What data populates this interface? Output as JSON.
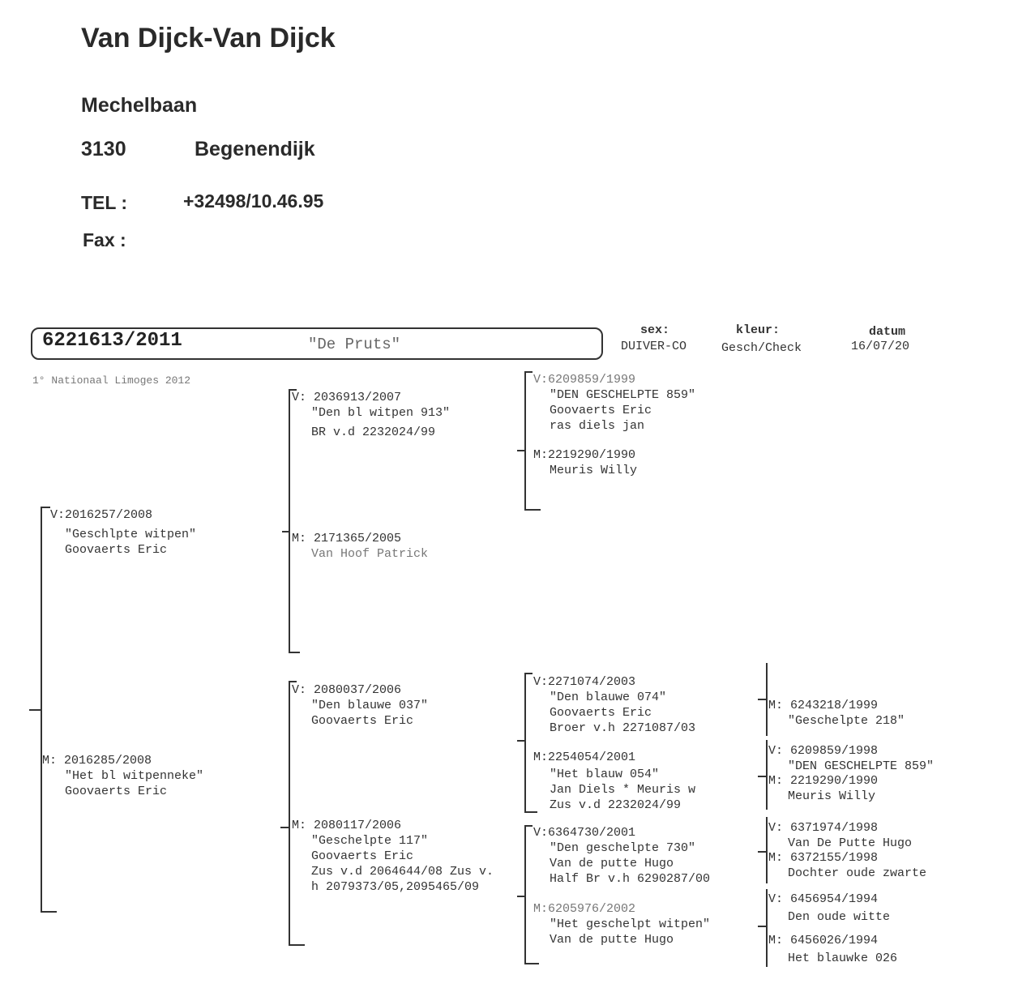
{
  "owner": {
    "name": "Van Dijck-Van Dijck",
    "street": "Mechelbaan",
    "postcode": "3130",
    "city": "Begenendijk",
    "tel_label": "TEL :",
    "tel_value": "+32498/10.46.95",
    "fax_label": "Fax :"
  },
  "pigeon": {
    "ring": "6221613/2011",
    "name": "\"De Pruts\"",
    "sex_label": "sex:",
    "sex_value": "DUIVER-CO",
    "color_label": "kleur:",
    "color_value": "Gesch/Check",
    "date_label": "datum",
    "date_value": "16/07/20",
    "achievement": "1° Nationaal Limoges 2012"
  },
  "gen1": {
    "sire": {
      "ring": "V:2016257/2008",
      "lines": [
        "\"Geschlpte witpen\"",
        "Goovaerts Eric"
      ]
    },
    "dam": {
      "ring": "M: 2016285/2008",
      "lines": [
        "\"Het bl witpenneke\"",
        "Goovaerts Eric"
      ]
    }
  },
  "gen2": {
    "sire_sire": {
      "ring": "V: 2036913/2007",
      "lines": [
        "\"Den bl witpen 913\"",
        "BR v.d 2232024/99"
      ]
    },
    "sire_dam": {
      "ring": "M: 2171365/2005",
      "lines": [
        "Van Hoof Patrick"
      ]
    },
    "dam_sire": {
      "ring": "V: 2080037/2006",
      "lines": [
        "\"Den blauwe 037\"",
        "Goovaerts Eric"
      ]
    },
    "dam_dam": {
      "ring": "M: 2080117/2006",
      "lines": [
        "\"Geschelpte 117\"",
        "Goovaerts Eric",
        "Zus v.d 2064644/08 Zus v.",
        "h 2079373/05,2095465/09"
      ]
    }
  },
  "gen3": {
    "a": {
      "ring": "V:6209859/1999",
      "lines": [
        "\"DEN GESCHELPTE 859\"",
        "Goovaerts Eric",
        "ras diels jan"
      ]
    },
    "b": {
      "ring": "M:2219290/1990",
      "lines": [
        "Meuris Willy"
      ]
    },
    "c": {
      "ring": "V:2271074/2003",
      "lines": [
        "\"Den blauwe 074\"",
        "Goovaerts Eric",
        "Broer v.h 2271087/03"
      ]
    },
    "d": {
      "ring": "M:2254054/2001",
      "lines": [
        "\"Het blauw 054\"",
        "Jan Diels * Meuris w",
        "Zus v.d 2232024/99"
      ]
    },
    "e": {
      "ring": "V:6364730/2001",
      "lines": [
        "\"Den geschelpte 730\"",
        "Van de putte Hugo",
        "Half Br v.h 6290287/00"
      ]
    },
    "f": {
      "ring": "M:6205976/2002",
      "lines": [
        "\"Het geschelpt witpen\"",
        "Van de putte Hugo"
      ]
    }
  },
  "gen4": {
    "a": {
      "ring": "M: 6243218/1999",
      "lines": [
        "\"Geschelpte 218\""
      ]
    },
    "b": {
      "ring": "V: 6209859/1998",
      "lines": [
        "\"DEN GESCHELPTE 859\""
      ]
    },
    "c": {
      "ring": "M: 2219290/1990",
      "lines": [
        "Meuris Willy"
      ]
    },
    "d": {
      "ring": "V: 6371974/1998",
      "lines": [
        "Van De Putte Hugo"
      ]
    },
    "e": {
      "ring": "M: 6372155/1998",
      "lines": [
        "Dochter oude zwarte"
      ]
    },
    "f": {
      "ring": "V: 6456954/1994",
      "lines": [
        "Den oude witte"
      ]
    },
    "g": {
      "ring": "M: 6456026/1994",
      "lines": [
        "Het blauwke 026"
      ]
    }
  }
}
